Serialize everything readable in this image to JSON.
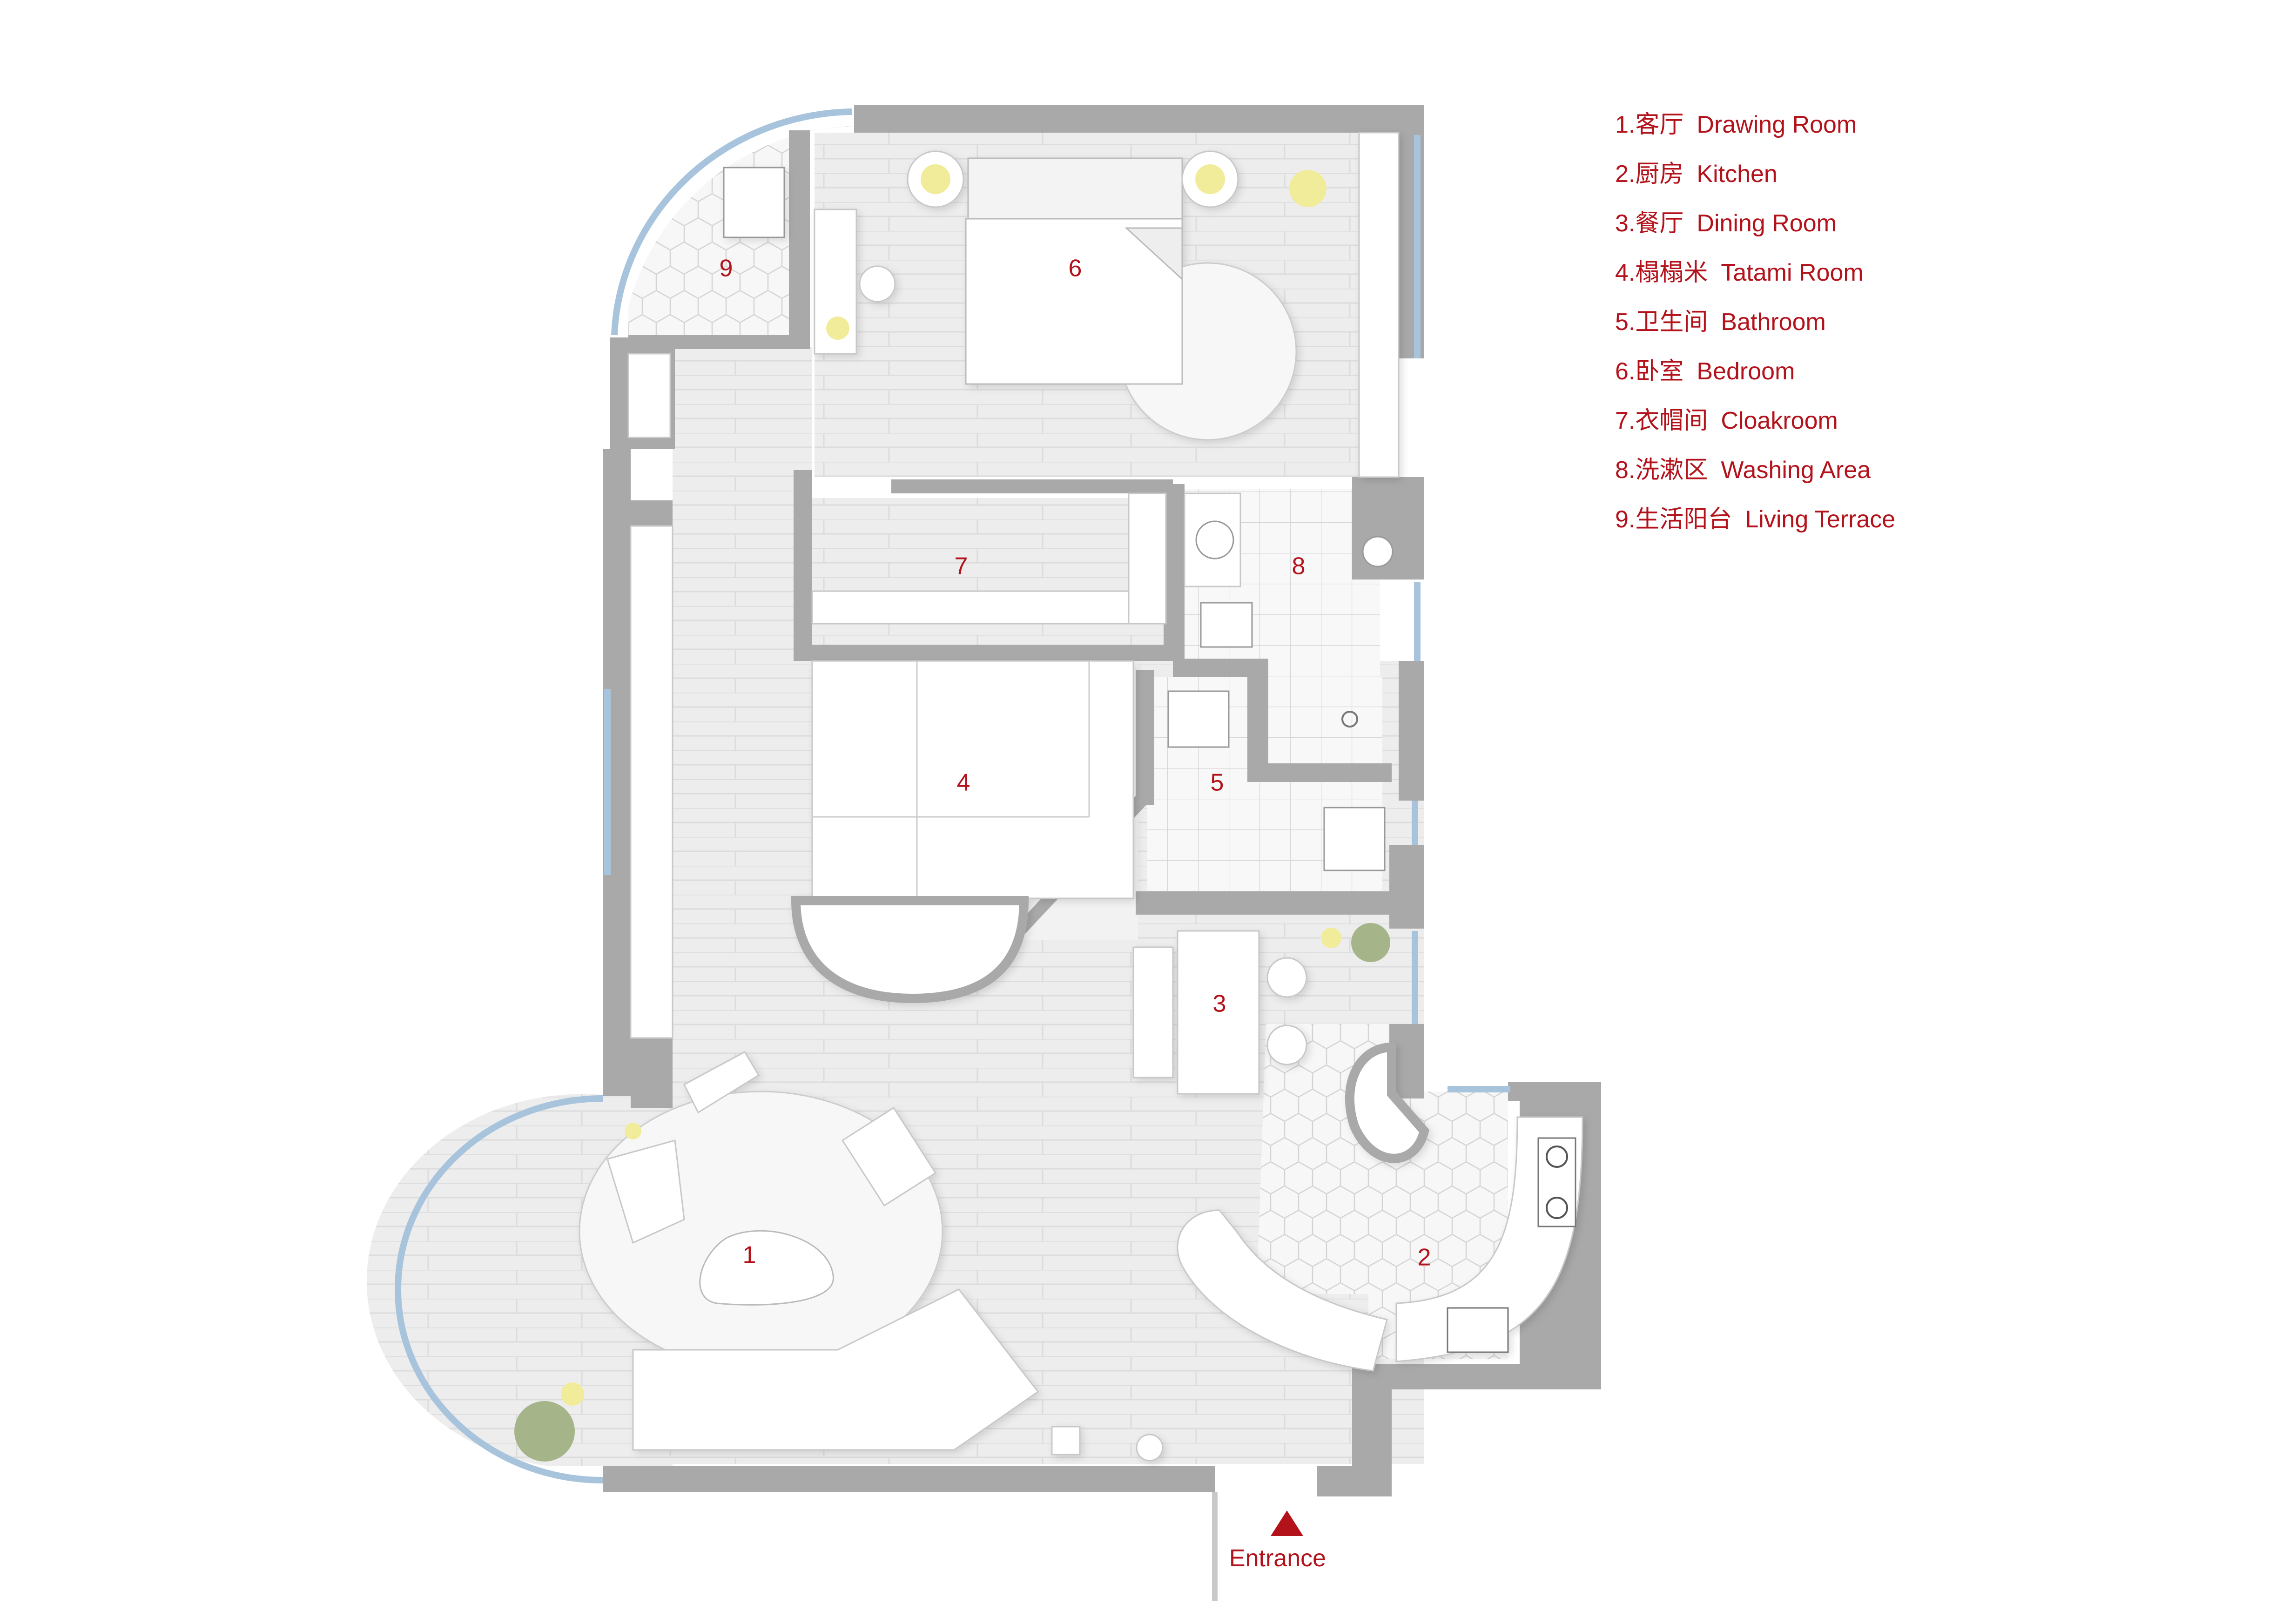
{
  "legend": [
    {
      "num": "1.",
      "cn": "客厅",
      "en": "Drawing Room"
    },
    {
      "num": "2.",
      "cn": "厨房",
      "en": "Kitchen"
    },
    {
      "num": "3.",
      "cn": "餐厅",
      "en": "Dining Room"
    },
    {
      "num": "4.",
      "cn": "榻榻米",
      "en": "Tatami Room"
    },
    {
      "num": "5.",
      "cn": "卫生间",
      "en": "Bathroom"
    },
    {
      "num": "6.",
      "cn": "卧室",
      "en": "Bedroom"
    },
    {
      "num": "7.",
      "cn": "衣帽间",
      "en": "Cloakroom"
    },
    {
      "num": "8.",
      "cn": "洗漱区",
      "en": "Washing Area"
    },
    {
      "num": "9.",
      "cn": "生活阳台",
      "en": "Living Terrace"
    }
  ],
  "room_numbers": {
    "r1": "1",
    "r2": "2",
    "r3": "3",
    "r4": "4",
    "r5": "5",
    "r6": "6",
    "r7": "7",
    "r8": "8",
    "r9": "9"
  },
  "entrance_label": "Entrance",
  "colors": {
    "wall": "#a9a9a9",
    "floor": "#eeeeee",
    "tile": "#f6f6f6",
    "furniture": "#ffffff",
    "glass": "#a8c4dd",
    "lamp": "#f1ec9a",
    "plant": "#a6b48a",
    "label": "#b3121b"
  }
}
